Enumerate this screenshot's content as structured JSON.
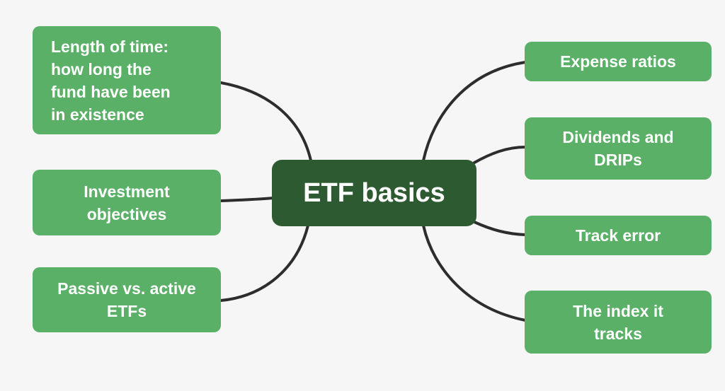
{
  "diagram": {
    "type": "mind-map",
    "background_color": "#f5f6f5",
    "connector_color": "#2d2d2d",
    "node_bg_color": "#5bb067",
    "center_bg_color": "#2d5a30",
    "node_text_color": "#ffffff",
    "center_node": {
      "label": "ETF basics"
    },
    "left_nodes": [
      {
        "label": "Length of time:\nhow long the\nfund have been\nin existence"
      },
      {
        "label": "Investment\nobjectives"
      },
      {
        "label": "Passive vs. active\nETFs"
      }
    ],
    "right_nodes": [
      {
        "label": "Expense ratios"
      },
      {
        "label": "Dividends and\nDRIPs"
      },
      {
        "label": "Track error"
      },
      {
        "label": "The index it\ntracks"
      }
    ]
  }
}
